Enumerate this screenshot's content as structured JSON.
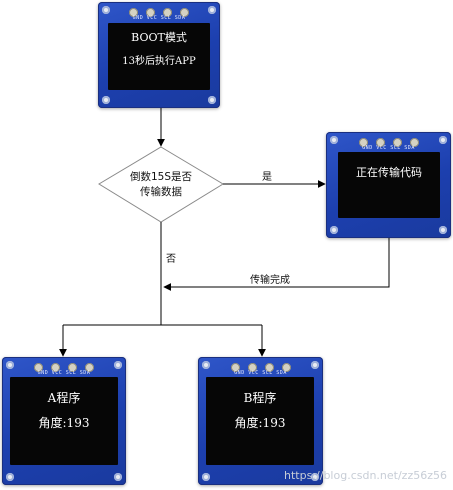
{
  "boot_display": {
    "pin_labels": "GND VCC SCL SDA",
    "line1": "BOOT模式",
    "line2": "13秒后执行APP"
  },
  "decision": {
    "line1": "倒数15S是否",
    "line2": "传输数据",
    "yes_label": "是",
    "no_label": "否"
  },
  "transfer_display": {
    "pin_labels": "GND VCC SCL SDA",
    "line1": "正在传输代码"
  },
  "transfer_done_label": "传输完成",
  "program_a": {
    "pin_labels": "GND VCC SCL SDA",
    "line1": "A程序",
    "line2": "角度:193"
  },
  "program_b": {
    "pin_labels": "GND VCC SCL SDA",
    "line1": "B程序",
    "line2": "角度:193"
  },
  "watermark": "https://blog.csdn.net/zz56z56"
}
